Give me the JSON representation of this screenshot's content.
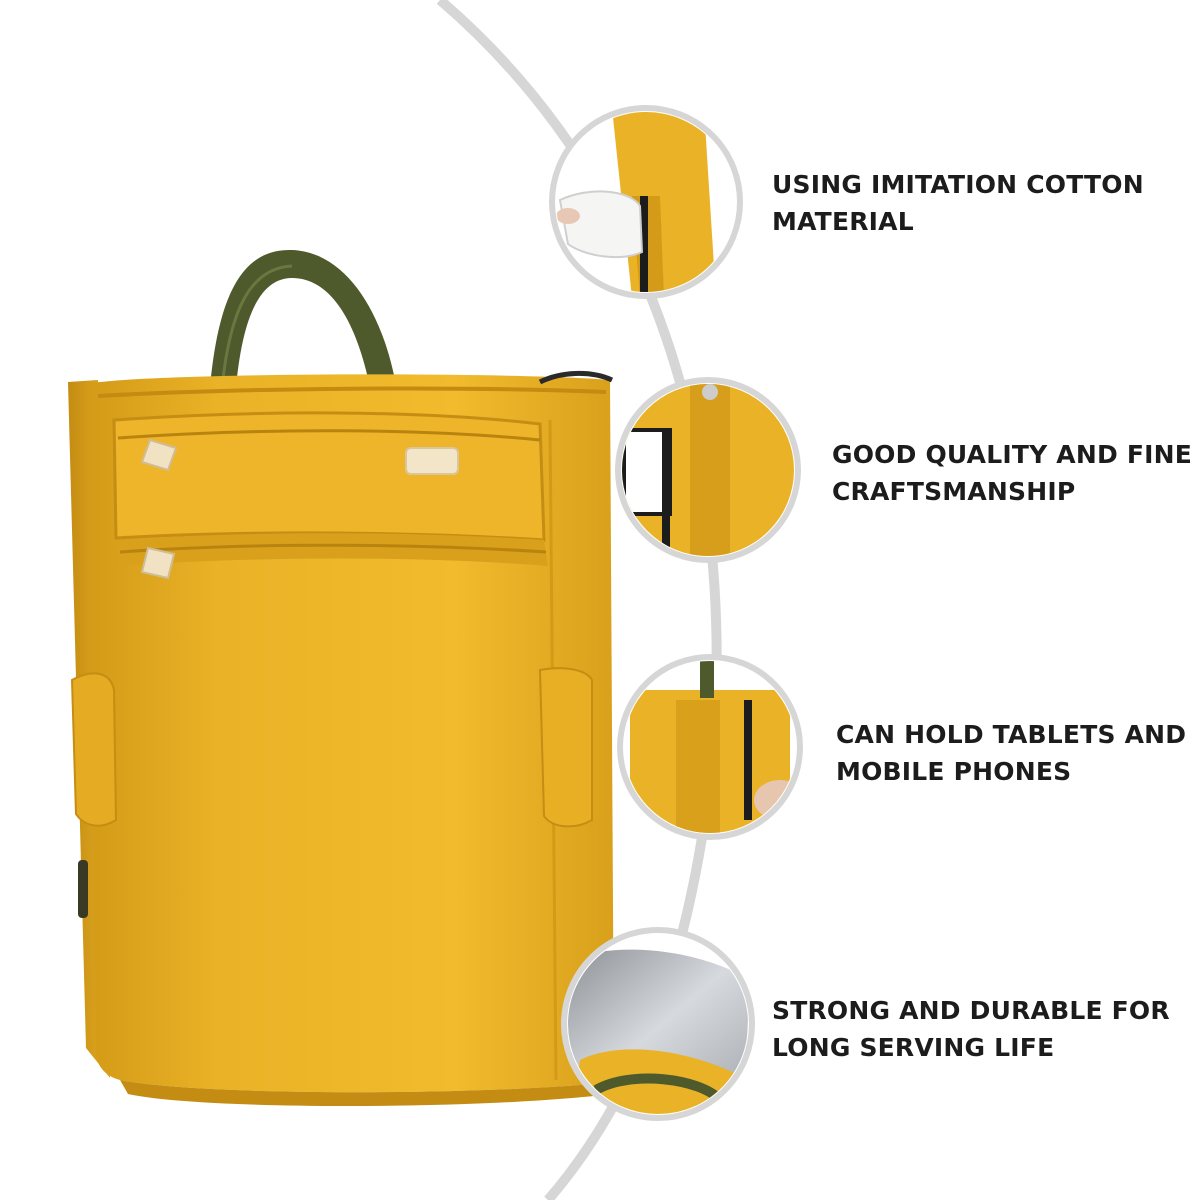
{
  "features": [
    {
      "line1": "USING IMITATION COTTON",
      "line2": "MATERIAL"
    },
    {
      "line1": "GOOD QUALITY AND FINE",
      "line2": "CRAFTSMANSHIP"
    },
    {
      "line1": "CAN HOLD TABLETS AND",
      "line2": "MOBILE PHONES"
    },
    {
      "line1": "STRONG AND DURABLE FOR",
      "line2": "LONG SERVING LIFE"
    }
  ],
  "colors": {
    "bag": "#ECB325",
    "handle": "#4E5A2C",
    "arc": "#D6D6D6",
    "text": "#1C1C1C"
  }
}
